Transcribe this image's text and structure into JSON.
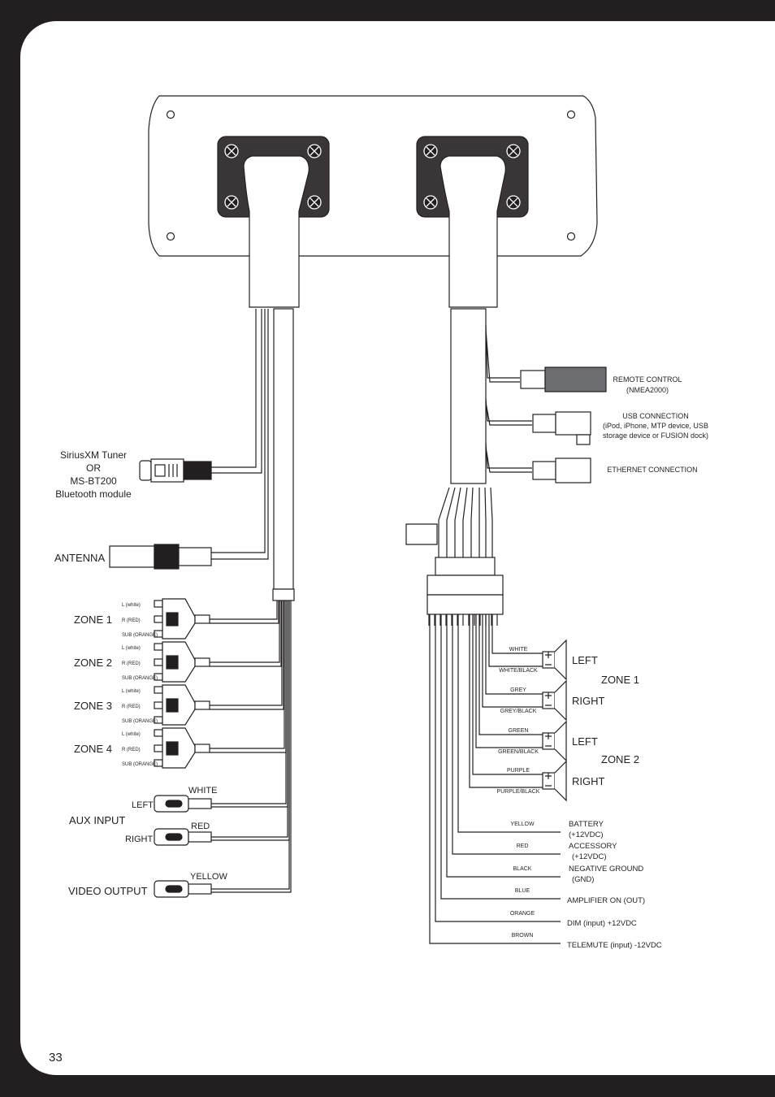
{
  "page_number": "33",
  "left_side": {
    "sirius_lines": [
      "SiriusXM Tuner",
      "OR",
      "MS-BT200",
      "Bluetooth module"
    ],
    "antenna": "ANTENNA",
    "zones": [
      {
        "label": "ZONE 1",
        "wires": [
          "L (white)",
          "R (RED)",
          "SUB (ORANGE)"
        ]
      },
      {
        "label": "ZONE 2",
        "wires": [
          "L (white)",
          "R (RED)",
          "SUB (ORANGE)"
        ]
      },
      {
        "label": "ZONE 3",
        "wires": [
          "L (white)",
          "R (RED)",
          "SUB (ORANGE)"
        ]
      },
      {
        "label": "ZONE 4",
        "wires": [
          "L (white)",
          "R (RED)",
          "SUB (ORANGE)"
        ]
      }
    ],
    "aux": {
      "label": "AUX INPUT",
      "left": "LEFT",
      "right": "RIGHT",
      "white": "WHITE",
      "red": "RED"
    },
    "video": {
      "label": "VIDEO OUTPUT",
      "yellow": "YELLOW"
    }
  },
  "right_side": {
    "remote_lines": [
      "REMOTE CONTROL",
      "(NMEA2000)"
    ],
    "usb_lines": [
      "USB CONNECTION",
      "(iPod, iPhone, MTP device, USB",
      "storage device or FUSION dock)"
    ],
    "ethernet": "ETHERNET CONNECTION",
    "speaker_wires": [
      "WHITE",
      "WHITE/BLACK",
      "GREY",
      "GREY/BLACK",
      "GREEN",
      "GREEN/BLACK",
      "PURPLE",
      "PURPLE/BLACK"
    ],
    "speakers": [
      {
        "side": "LEFT",
        "zone": "ZONE 1"
      },
      {
        "side": "RIGHT",
        "zone": ""
      },
      {
        "side": "LEFT",
        "zone": "ZONE 2"
      },
      {
        "side": "RIGHT",
        "zone": ""
      }
    ],
    "power_wires": [
      {
        "color": "YELLOW",
        "lines": [
          "BATTERY",
          "(+12VDC)"
        ]
      },
      {
        "color": "RED",
        "lines": [
          "ACCESSORY",
          "(+12VDC)"
        ]
      },
      {
        "color": "BLACK",
        "lines": [
          "NEGATIVE GROUND",
          "(GND)"
        ]
      },
      {
        "color": "BLUE",
        "lines": [
          "AMPLIFIER ON (OUT)"
        ]
      },
      {
        "color": "ORANGE",
        "lines": [
          "DIM (input) +12VDC"
        ]
      },
      {
        "color": "BROWN",
        "lines": [
          "TELEMUTE (input) -12VDC"
        ]
      }
    ]
  }
}
